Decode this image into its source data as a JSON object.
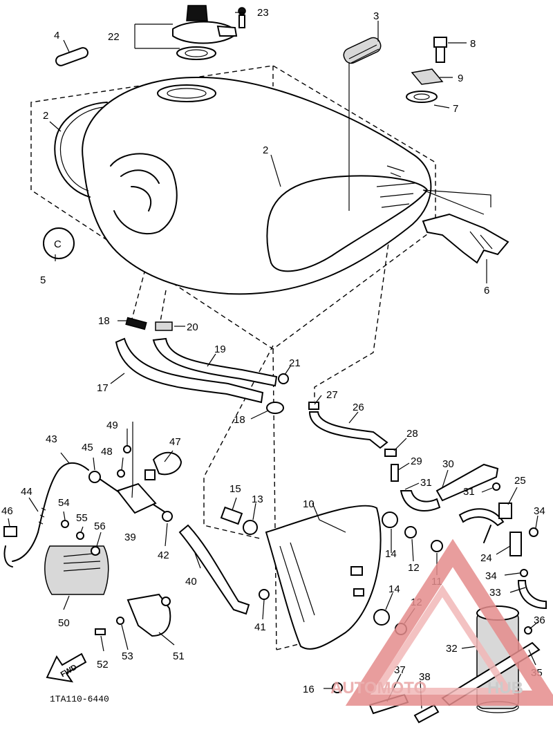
{
  "diagram": {
    "part_numbers": [
      "2",
      "2",
      "3",
      "4",
      "5",
      "6",
      "7",
      "8",
      "9",
      "10",
      "11",
      "12",
      "12",
      "13",
      "14",
      "14",
      "15",
      "16",
      "17",
      "18",
      "18",
      "19",
      "20",
      "21",
      "22",
      "23",
      "24",
      "25",
      "26",
      "27",
      "28",
      "29",
      "30",
      "31",
      "31",
      "32",
      "33",
      "34",
      "34",
      "35",
      "36",
      "37",
      "38",
      "39",
      "40",
      "41",
      "42",
      "43",
      "44",
      "45",
      "46",
      "47",
      "48",
      "49",
      "50",
      "51",
      "52",
      "53",
      "54",
      "55",
      "56"
    ],
    "drawing_code": "1TA110-6440",
    "forward_label": "FWD",
    "tank_cap_letter": "C",
    "watermark": {
      "brand_part1": "AUTOMOTO",
      "brand_part2": "HUB",
      "color": "#e58c8c"
    }
  }
}
